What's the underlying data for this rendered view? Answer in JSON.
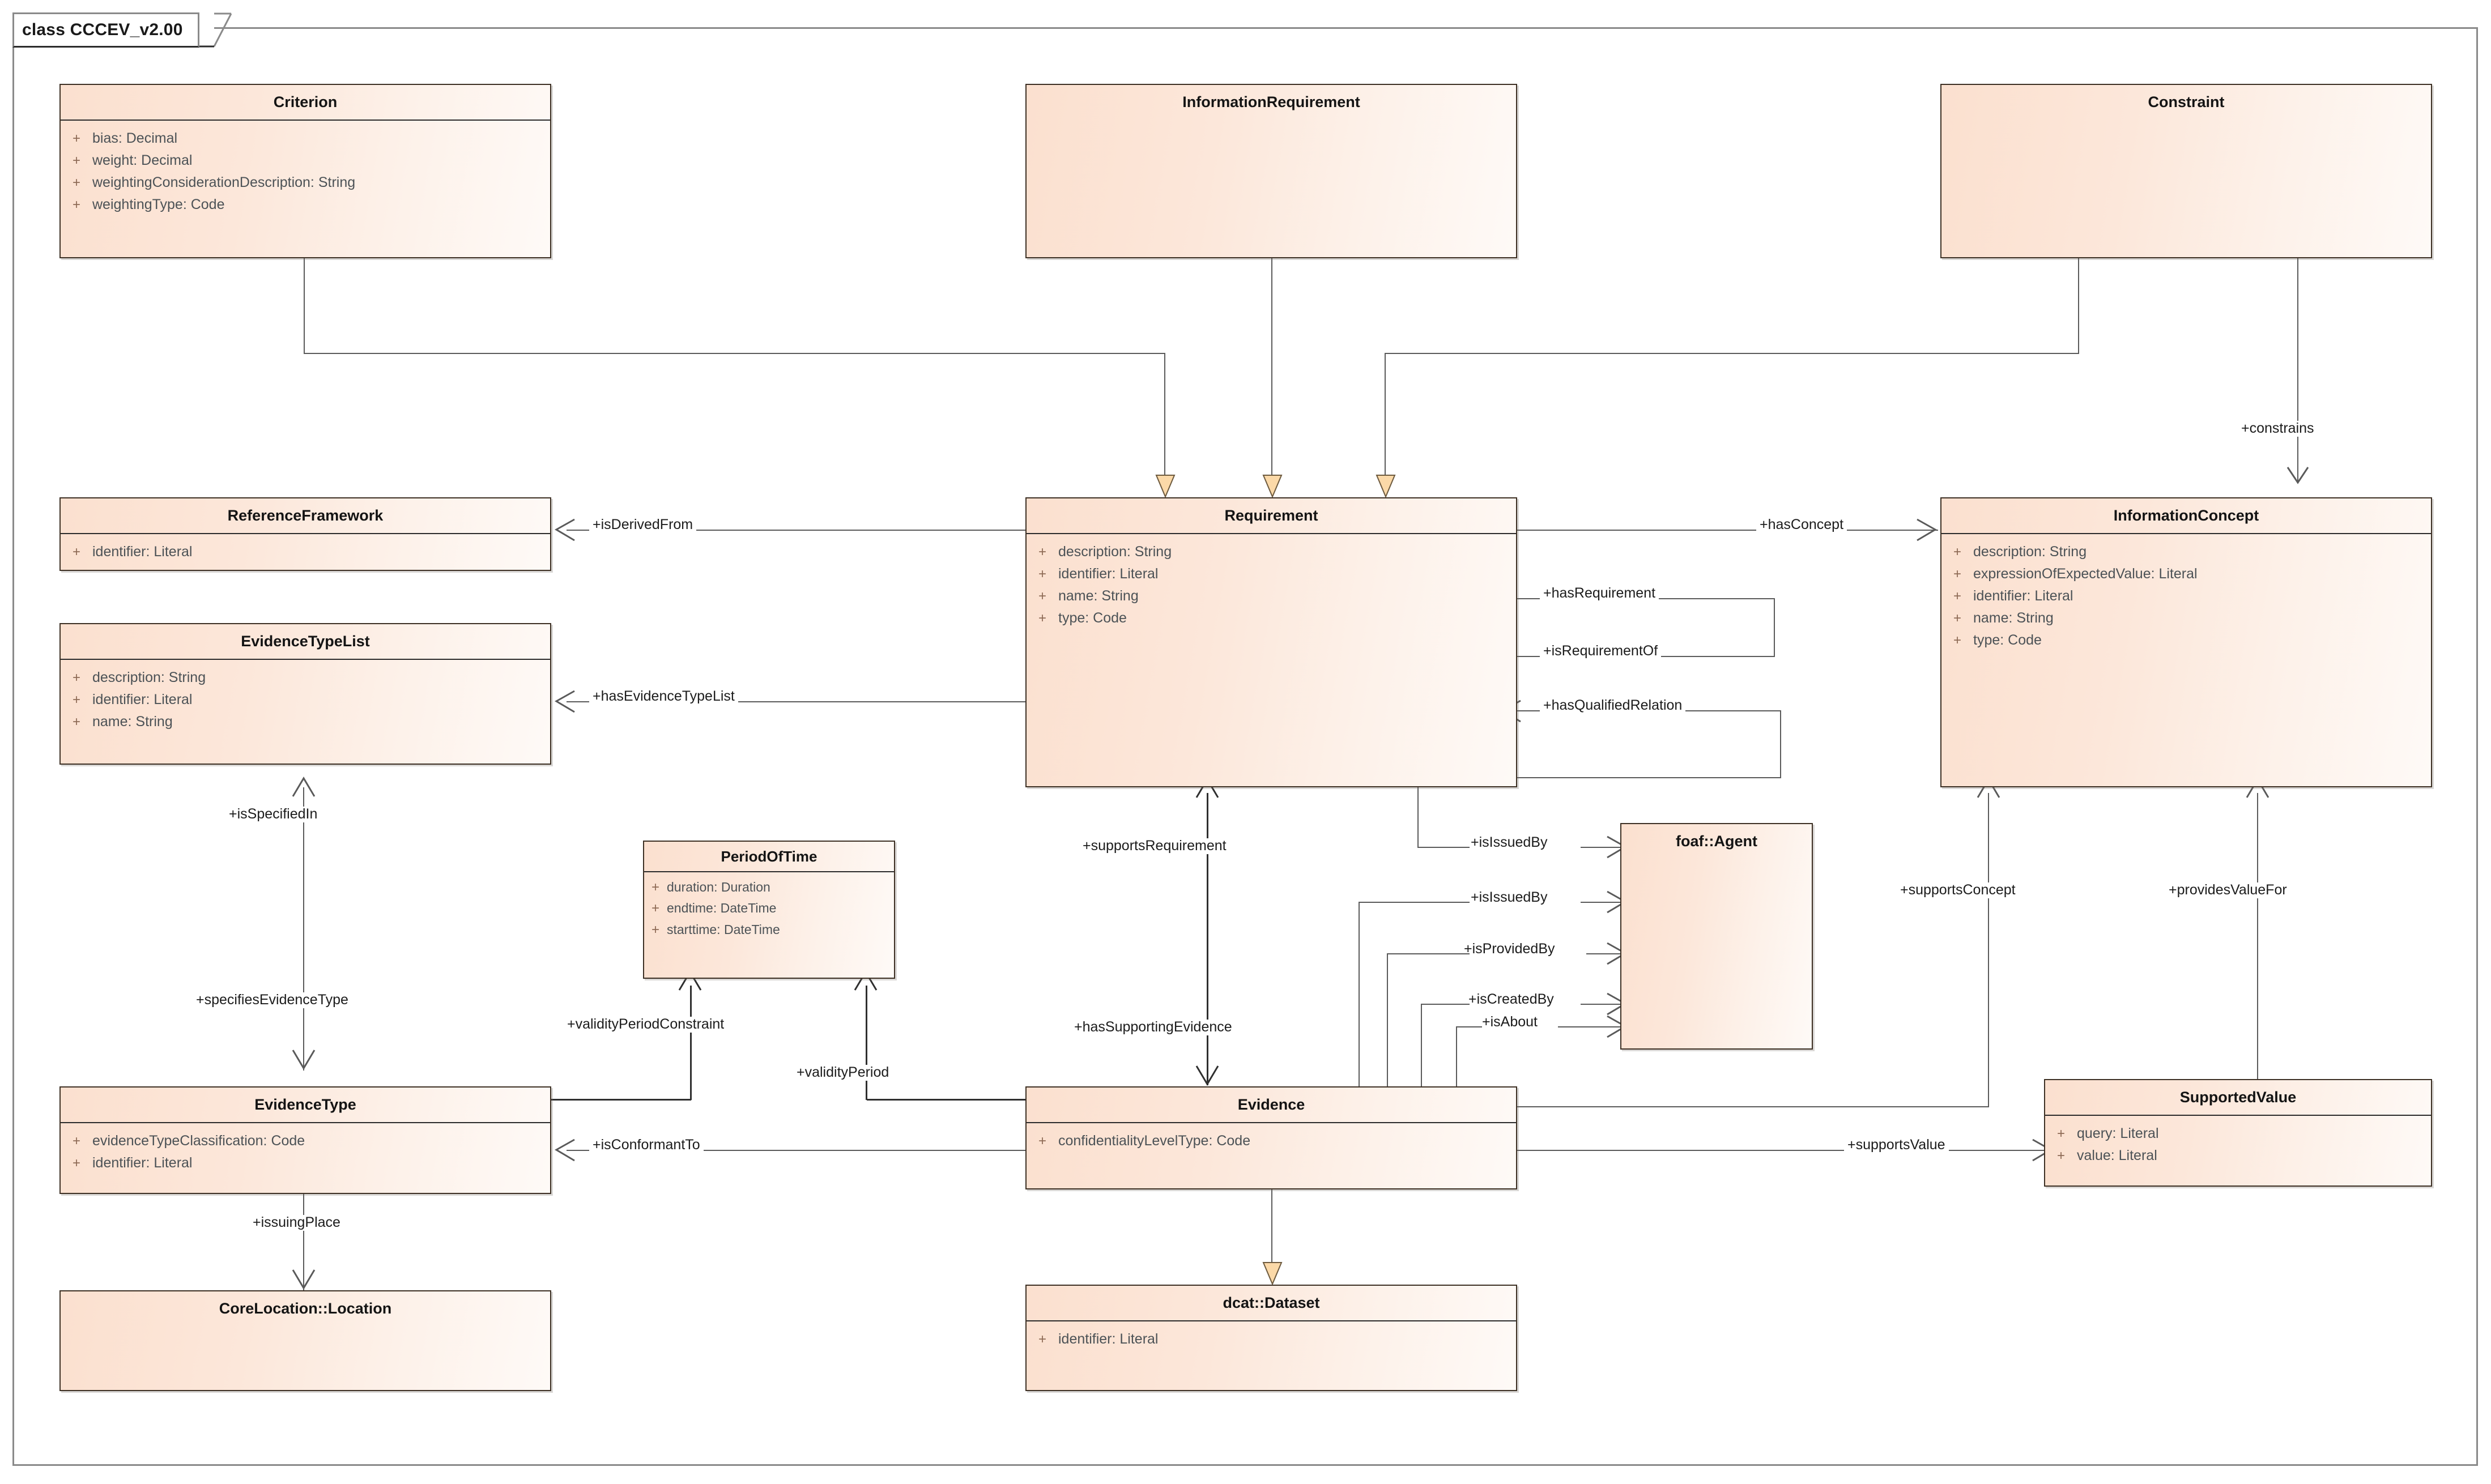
{
  "frame": {
    "title": "class CCCEV_v2.00",
    "border_color": "#8a8a8a",
    "background": "#ffffff"
  },
  "theme": {
    "class_fill_left": "#fbe0cf",
    "class_fill_right": "#fefaf7",
    "class_border": "#3d3024",
    "connector_color": "#5a5a5a",
    "generalization_fill": "#fbd9a8",
    "attribute_text": "#4c5256",
    "visibility_marker": "+"
  },
  "classes": [
    {
      "id": "criterion",
      "name": "Criterion",
      "attributes": [
        {
          "visibility": "+",
          "signature": "bias: Decimal"
        },
        {
          "visibility": "+",
          "signature": "weight: Decimal"
        },
        {
          "visibility": "+",
          "signature": "weightingConsiderationDescription: String"
        },
        {
          "visibility": "+",
          "signature": "weightingType: Code"
        }
      ]
    },
    {
      "id": "information-requirement",
      "name": "InformationRequirement",
      "attributes": []
    },
    {
      "id": "constraint",
      "name": "Constraint",
      "attributes": []
    },
    {
      "id": "reference-framework",
      "name": "ReferenceFramework",
      "attributes": [
        {
          "visibility": "+",
          "signature": "identifier: Literal"
        }
      ]
    },
    {
      "id": "requirement",
      "name": "Requirement",
      "attributes": [
        {
          "visibility": "+",
          "signature": "description: String"
        },
        {
          "visibility": "+",
          "signature": "identifier: Literal"
        },
        {
          "visibility": "+",
          "signature": "name: String"
        },
        {
          "visibility": "+",
          "signature": "type: Code"
        }
      ]
    },
    {
      "id": "information-concept",
      "name": "InformationConcept",
      "attributes": [
        {
          "visibility": "+",
          "signature": "description: String"
        },
        {
          "visibility": "+",
          "signature": "expressionOfExpectedValue: Literal"
        },
        {
          "visibility": "+",
          "signature": "identifier: Literal"
        },
        {
          "visibility": "+",
          "signature": "name: String"
        },
        {
          "visibility": "+",
          "signature": "type: Code"
        }
      ]
    },
    {
      "id": "evidence-type-list",
      "name": "EvidenceTypeList",
      "attributes": [
        {
          "visibility": "+",
          "signature": "description: String"
        },
        {
          "visibility": "+",
          "signature": "identifier: Literal"
        },
        {
          "visibility": "+",
          "signature": "name: String"
        }
      ]
    },
    {
      "id": "period-of-time",
      "name": "PeriodOfTime",
      "attributes": [
        {
          "visibility": "+",
          "signature": "duration: Duration"
        },
        {
          "visibility": "+",
          "signature": "endtime: DateTime"
        },
        {
          "visibility": "+",
          "signature": "starttime: DateTime"
        }
      ]
    },
    {
      "id": "foaf-agent",
      "name": "foaf::Agent",
      "attributes": []
    },
    {
      "id": "evidence-type",
      "name": "EvidenceType",
      "attributes": [
        {
          "visibility": "+",
          "signature": "evidenceTypeClassification: Code"
        },
        {
          "visibility": "+",
          "signature": "identifier: Literal"
        }
      ]
    },
    {
      "id": "evidence",
      "name": "Evidence",
      "attributes": [
        {
          "visibility": "+",
          "signature": "confidentialityLevelType: Code"
        }
      ]
    },
    {
      "id": "supported-value",
      "name": "SupportedValue",
      "attributes": [
        {
          "visibility": "+",
          "signature": "query: Literal"
        },
        {
          "visibility": "+",
          "signature": "value: Literal"
        }
      ]
    },
    {
      "id": "core-location",
      "name": "CoreLocation::Location",
      "attributes": []
    },
    {
      "id": "dcat-dataset",
      "name": "dcat::Dataset",
      "attributes": [
        {
          "visibility": "+",
          "signature": "identifier: Literal"
        }
      ]
    }
  ],
  "relationships": [
    {
      "id": "is-derived-from",
      "label": "+isDerivedFrom",
      "source": "requirement",
      "target": "reference-framework",
      "kind": "association"
    },
    {
      "id": "has-concept",
      "label": "+hasConcept",
      "source": "requirement",
      "target": "information-concept",
      "kind": "association"
    },
    {
      "id": "has-requirement",
      "label": "+hasRequirement",
      "source": "requirement",
      "target": "requirement",
      "kind": "association"
    },
    {
      "id": "is-requirement-of",
      "label": "+isRequirementOf",
      "source": "requirement",
      "target": "requirement",
      "kind": "association"
    },
    {
      "id": "has-qualified-relation",
      "label": "+hasQualifiedRelation",
      "source": "requirement",
      "target": "requirement",
      "kind": "association"
    },
    {
      "id": "has-evidence-type-list",
      "label": "+hasEvidenceTypeList",
      "source": "requirement",
      "target": "evidence-type-list",
      "kind": "association"
    },
    {
      "id": "constrains",
      "label": "+constrains",
      "source": "constraint",
      "target": "information-concept",
      "kind": "association"
    },
    {
      "id": "is-specified-in",
      "label": "+isSpecifiedIn",
      "source": "evidence-type",
      "target": "evidence-type-list",
      "kind": "association"
    },
    {
      "id": "specifies-evidence-type",
      "label": "+specifiesEvidenceType",
      "source": "evidence-type-list",
      "target": "evidence-type",
      "kind": "association"
    },
    {
      "id": "issuing-place",
      "label": "+issuingPlace",
      "source": "evidence-type",
      "target": "core-location",
      "kind": "association"
    },
    {
      "id": "validity-period-constraint",
      "label": "+validityPeriodConstraint",
      "source": "evidence-type",
      "target": "period-of-time",
      "kind": "association"
    },
    {
      "id": "validity-period",
      "label": "+validityPeriod",
      "source": "evidence",
      "target": "period-of-time",
      "kind": "association"
    },
    {
      "id": "supports-requirement",
      "label": "+supportsRequirement",
      "source": "evidence",
      "target": "requirement",
      "kind": "association"
    },
    {
      "id": "has-supporting-evidence",
      "label": "+hasSupportingEvidence",
      "source": "requirement",
      "target": "evidence",
      "kind": "association"
    },
    {
      "id": "is-conformant-to",
      "label": "+isConformantTo",
      "source": "evidence",
      "target": "evidence-type",
      "kind": "association"
    },
    {
      "id": "is-issued-by-1",
      "label": "+isIssuedBy",
      "source": "requirement",
      "target": "foaf-agent",
      "kind": "association"
    },
    {
      "id": "is-issued-by-2",
      "label": "+isIssuedBy",
      "source": "evidence",
      "target": "foaf-agent",
      "kind": "association"
    },
    {
      "id": "is-provided-by",
      "label": "+isProvidedBy",
      "source": "evidence",
      "target": "foaf-agent",
      "kind": "association"
    },
    {
      "id": "is-created-by",
      "label": "+isCreatedBy",
      "source": "evidence",
      "target": "foaf-agent",
      "kind": "association"
    },
    {
      "id": "is-about",
      "label": "+isAbout",
      "source": "evidence",
      "target": "foaf-agent",
      "kind": "association"
    },
    {
      "id": "supports-concept",
      "label": "+supportsConcept",
      "source": "evidence",
      "target": "information-concept",
      "kind": "association"
    },
    {
      "id": "provides-value-for",
      "label": "+providesValueFor",
      "source": "supported-value",
      "target": "information-concept",
      "kind": "association"
    },
    {
      "id": "supports-value",
      "label": "+supportsValue",
      "source": "evidence",
      "target": "supported-value",
      "kind": "association"
    }
  ],
  "generalizations": [
    {
      "id": "criterion-to-requirement",
      "source": "criterion",
      "target": "requirement"
    },
    {
      "id": "information-requirement-to-requirement",
      "source": "information-requirement",
      "target": "requirement"
    },
    {
      "id": "constraint-to-requirement",
      "source": "constraint",
      "target": "requirement"
    },
    {
      "id": "evidence-to-dcat-dataset",
      "source": "evidence",
      "target": "dcat-dataset"
    }
  ]
}
